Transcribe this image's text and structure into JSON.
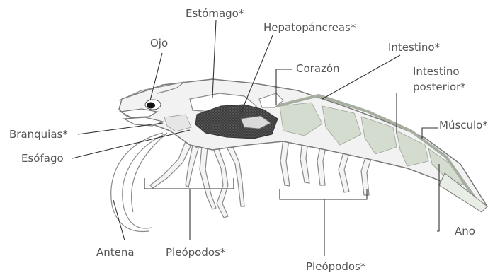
{
  "labels": {
    "ojo": "Ojo",
    "estomago": "Estómago*",
    "hepatopancreas": "Hepatopáncreas*",
    "corazon": "Corazón",
    "intestino": "Intestino*",
    "intestino_posterior_1": "Intestino",
    "intestino_posterior_2": "posterior*",
    "musculo": "Músculo*",
    "branquias": "Branquias*",
    "esofago": "Esófago",
    "antena": "Antena",
    "pleopodos_1": "Pleópodos*",
    "pleopodos_2": "Pleópodos*",
    "ano": "Ano"
  },
  "colors": {
    "label_text": "#555555",
    "leader_line": "#333333",
    "body_fill": "#f2f2f2",
    "body_outline": "#7a7a7a",
    "muscle_fill": "#d4dccf",
    "hepatopancreas_fill": "#3e3e3e",
    "gut_fill": "#a6aea0"
  }
}
